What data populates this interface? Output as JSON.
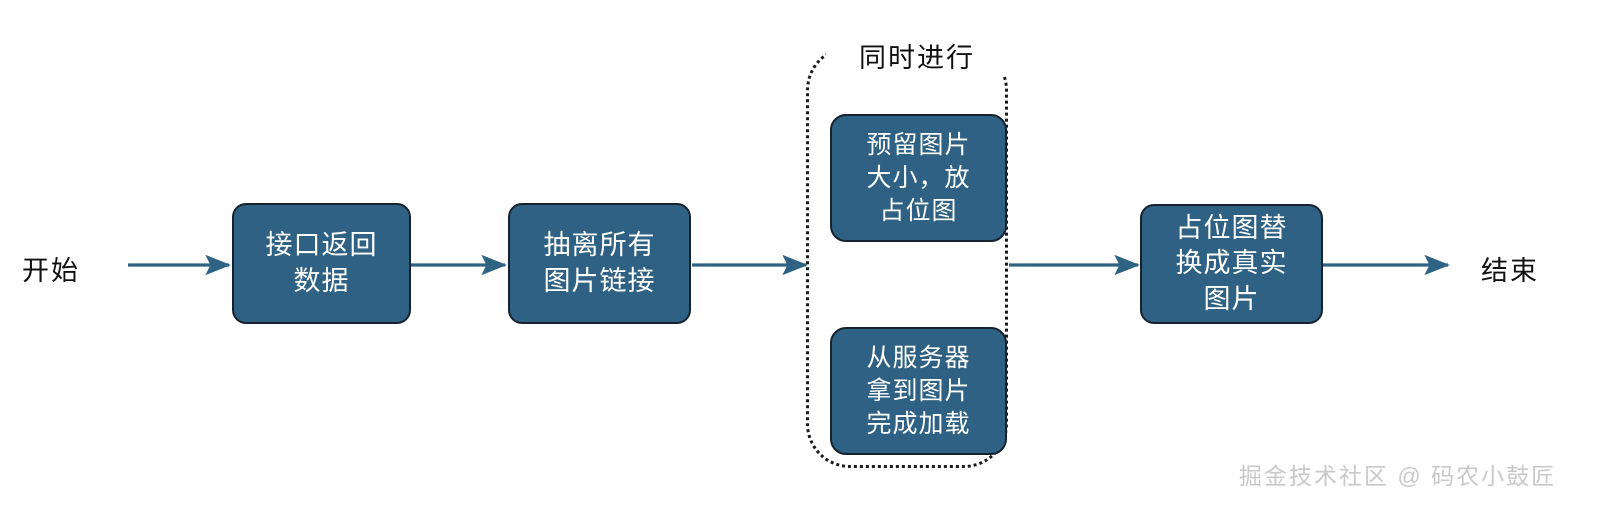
{
  "diagram": {
    "type": "flowchart",
    "orientation": "left-to-right",
    "colors": {
      "node_fill": "#2e6183",
      "node_border": "#16232e",
      "node_text": "#ffffff",
      "arrow": "#2e6383",
      "group_border": "#1a1a1a",
      "label_text": "#111111",
      "watermark": "#c9c9c9",
      "background": "#ffffff"
    },
    "start_label": "开始",
    "end_label": "结束",
    "nodes": [
      {
        "id": "node-1",
        "lines": [
          "接口返回",
          "数据"
        ]
      },
      {
        "id": "node-2",
        "lines": [
          "抽离所有",
          "图片链接"
        ]
      },
      {
        "id": "node-3",
        "lines": [
          "预留图片",
          "大小，放",
          "占位图"
        ]
      },
      {
        "id": "node-4",
        "lines": [
          "从服务器",
          "拿到图片",
          "完成加载"
        ]
      },
      {
        "id": "node-5",
        "lines": [
          "占位图替",
          "换成真实",
          "图片"
        ]
      }
    ],
    "group": {
      "label": "同时进行",
      "member_ids": [
        "node-3",
        "node-4"
      ],
      "border_style": "dotted"
    },
    "edges": [
      {
        "from": "开始",
        "to": "接口返回数据"
      },
      {
        "from": "接口返回数据",
        "to": "抽离所有图片链接"
      },
      {
        "from": "抽离所有图片链接",
        "to": "同时进行"
      },
      {
        "from": "同时进行",
        "to": "占位图替换成真实图片"
      },
      {
        "from": "占位图替换成真实图片",
        "to": "结束"
      }
    ]
  },
  "watermark": {
    "text": "掘金技术社区 @ 码农小鼓匠"
  }
}
